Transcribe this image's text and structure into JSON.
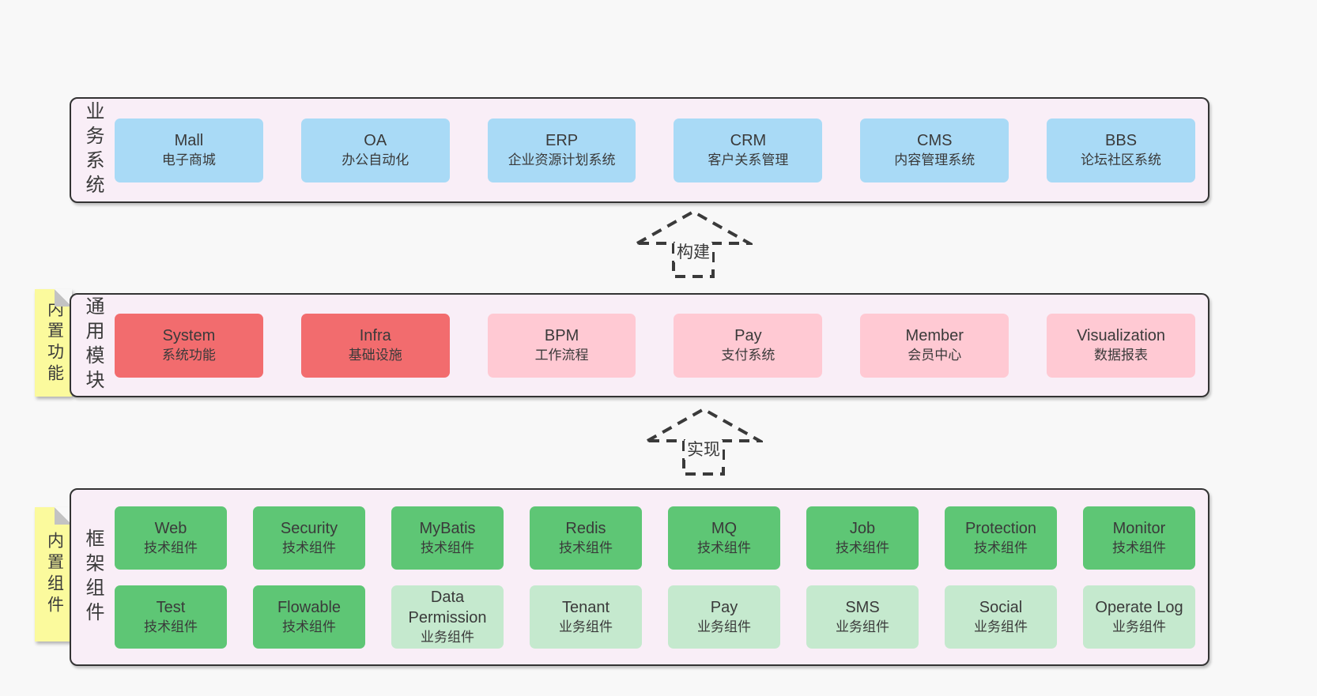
{
  "colors": {
    "page_bg": "#f8f8f8",
    "panel_bg": "#f9eef7",
    "panel_border": "#333333",
    "business_system_box": "#a9daf6",
    "core_module_box": "#f26c6e",
    "optional_module_box": "#ffc9d3",
    "tech_component_box": "#5ec675",
    "biz_component_box": "#c5e9ce",
    "sticky_tag_bg": "#fbfa9d",
    "text": "#3a3a3a"
  },
  "arrows": [
    {
      "label": "构建"
    },
    {
      "label": "实现"
    }
  ],
  "panels": [
    {
      "title": "业务系统",
      "boxes": [
        {
          "name": "Mall",
          "desc": "电子商城",
          "type": "blue"
        },
        {
          "name": "OA",
          "desc": "办公自动化",
          "type": "blue"
        },
        {
          "name": "ERP",
          "desc": "企业资源计划系统",
          "type": "blue"
        },
        {
          "name": "CRM",
          "desc": "客户关系管理",
          "type": "blue"
        },
        {
          "name": "CMS",
          "desc": "内容管理系统",
          "type": "blue"
        },
        {
          "name": "BBS",
          "desc": "论坛社区系统",
          "type": "blue"
        }
      ]
    },
    {
      "title": "通用模块",
      "tag": "内置功能",
      "boxes": [
        {
          "name": "System",
          "desc": "系统功能",
          "type": "red"
        },
        {
          "name": "Infra",
          "desc": "基础设施",
          "type": "red"
        },
        {
          "name": "BPM",
          "desc": "工作流程",
          "type": "pink"
        },
        {
          "name": "Pay",
          "desc": "支付系统",
          "type": "pink"
        },
        {
          "name": "Member",
          "desc": "会员中心",
          "type": "pink"
        },
        {
          "name": "Visualization",
          "desc": "数据报表",
          "type": "pink"
        }
      ]
    },
    {
      "title": "框架组件",
      "tag": "内置组件",
      "rows": [
        [
          {
            "name": "Web",
            "desc": "技术组件",
            "type": "green"
          },
          {
            "name": "Security",
            "desc": "技术组件",
            "type": "green"
          },
          {
            "name": "MyBatis",
            "desc": "技术组件",
            "type": "green"
          },
          {
            "name": "Redis",
            "desc": "技术组件",
            "type": "green"
          },
          {
            "name": "MQ",
            "desc": "技术组件",
            "type": "green"
          },
          {
            "name": "Job",
            "desc": "技术组件",
            "type": "green"
          },
          {
            "name": "Protection",
            "desc": "技术组件",
            "type": "green"
          },
          {
            "name": "Monitor",
            "desc": "技术组件",
            "type": "green"
          }
        ],
        [
          {
            "name": "Test",
            "desc": "技术组件",
            "type": "green"
          },
          {
            "name": "Flowable",
            "desc": "技术组件",
            "type": "green"
          },
          {
            "name": "Data Permission",
            "desc": "业务组件",
            "type": "lightgreen"
          },
          {
            "name": "Tenant",
            "desc": "业务组件",
            "type": "lightgreen"
          },
          {
            "name": "Pay",
            "desc": "业务组件",
            "type": "lightgreen"
          },
          {
            "name": "SMS",
            "desc": "业务组件",
            "type": "lightgreen"
          },
          {
            "name": "Social",
            "desc": "业务组件",
            "type": "lightgreen"
          },
          {
            "name": "Operate Log",
            "desc": "业务组件",
            "type": "lightgreen"
          }
        ]
      ]
    }
  ]
}
